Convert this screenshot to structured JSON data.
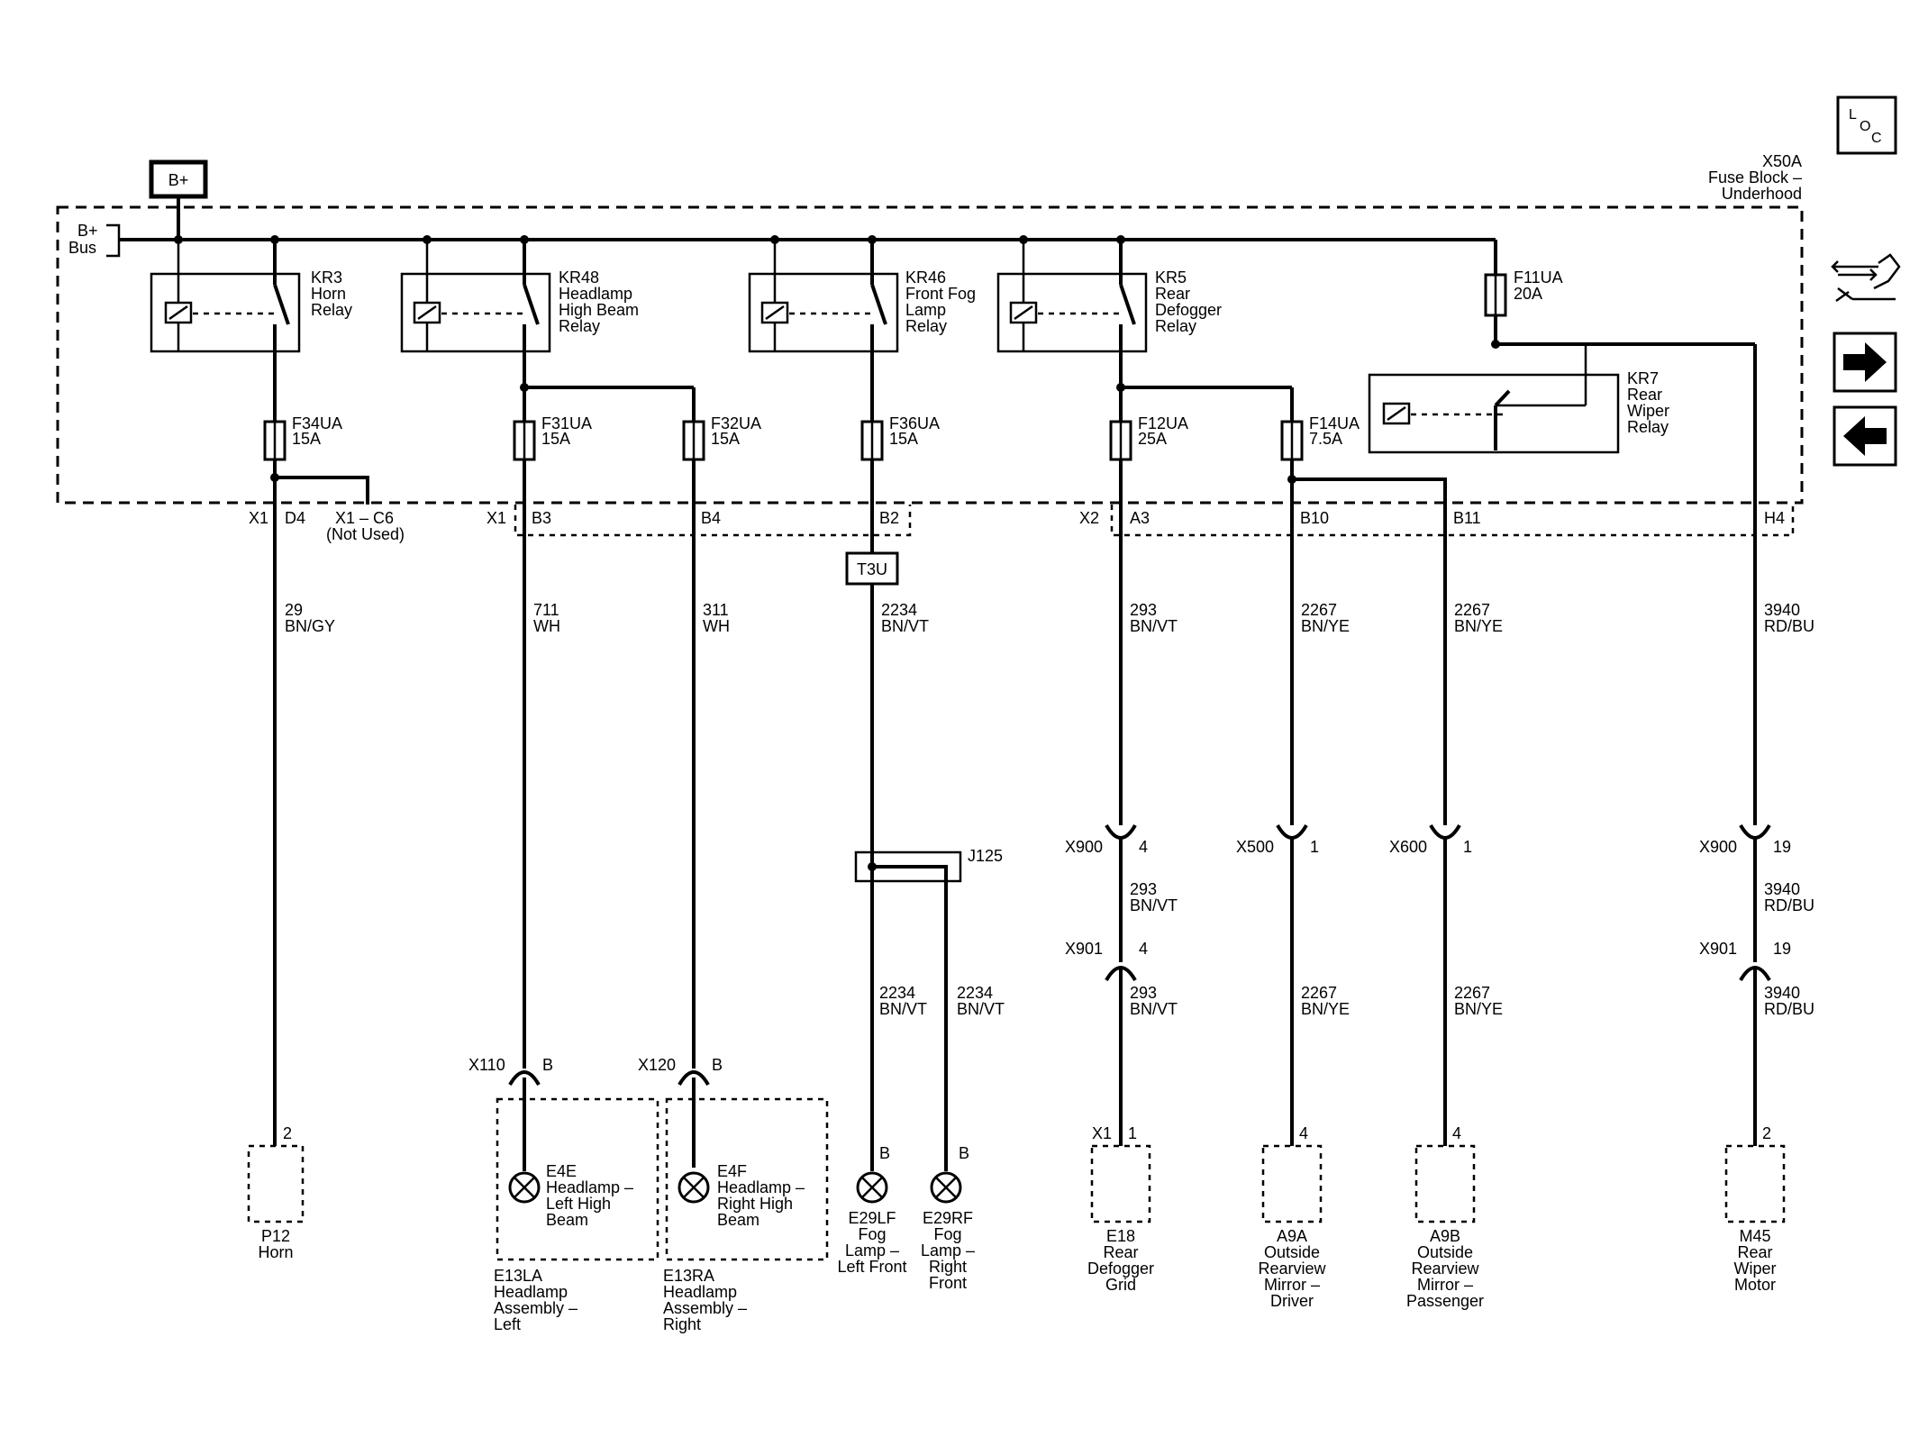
{
  "fuse_block": {
    "loc": "L O C",
    "battery": "B+",
    "bus_line1": "B+",
    "bus_line2": "Bus",
    "block_line1": "X50A",
    "block_line2": "Fuse Block –",
    "block_line3": "Underhood"
  },
  "relays": [
    {
      "lines": [
        "KR3",
        "Horn",
        "Relay"
      ]
    },
    {
      "lines": [
        "KR48",
        "Headlamp",
        "High Beam",
        "Relay"
      ]
    },
    {
      "lines": [
        "KR46",
        "Front Fog",
        "Lamp",
        "Relay"
      ]
    },
    {
      "lines": [
        "KR5",
        "Rear",
        "Defogger",
        "Relay"
      ]
    },
    {
      "lines": [
        "KR7",
        "Rear",
        "Wiper",
        "Relay"
      ]
    }
  ],
  "fuses": [
    {
      "name": "F34UA",
      "rating": "15A"
    },
    {
      "name": "F31UA",
      "rating": "15A"
    },
    {
      "name": "F32UA",
      "rating": "15A"
    },
    {
      "name": "F36UA",
      "rating": "15A"
    },
    {
      "name": "F12UA",
      "rating": "25A"
    },
    {
      "name": "F14UA",
      "rating": "7.5A"
    },
    {
      "name": "F11UA",
      "rating": "20A"
    }
  ],
  "connectors": {
    "x1": "X1",
    "x1_d4": "D4",
    "x1_c6": "X1 – C6",
    "not_used": "(Not Used)",
    "x1b": "X1",
    "b3": "B3",
    "b4": "B4",
    "b2": "B2",
    "x2": "X2",
    "a3": "A3",
    "b10": "B10",
    "b11": "B11",
    "h4": "H4",
    "t3u": "T3U",
    "j125": "J125",
    "x900a": "X900",
    "x900a_pin": "4",
    "x901a": "X901",
    "x901a_pin": "4",
    "x500": "X500",
    "x500_pin": "1",
    "x600": "X600",
    "x600_pin": "1",
    "x900b": "X900",
    "x900b_pin": "19",
    "x901b": "X901",
    "x901b_pin": "19",
    "x110": "X110",
    "x110_pin": "B",
    "x120": "X120",
    "x120_pin": "B"
  },
  "wires": [
    {
      "circuit": "29",
      "color": "BN/GY"
    },
    {
      "circuit": "711",
      "color": "WH"
    },
    {
      "circuit": "311",
      "color": "WH"
    },
    {
      "circuit": "2234",
      "color": "BN/VT"
    },
    {
      "circuit": "293",
      "color": "BN/VT"
    },
    {
      "circuit": "2267",
      "color": "BN/YE"
    },
    {
      "circuit": "2267",
      "color": "BN/YE"
    },
    {
      "circuit": "3940",
      "color": "RD/BU"
    },
    {
      "circuit": "293",
      "color": "BN/VT"
    },
    {
      "circuit": "3940",
      "color": "RD/BU"
    },
    {
      "circuit": "2234",
      "color": "BN/VT"
    },
    {
      "circuit": "2234",
      "color": "BN/VT"
    },
    {
      "circuit": "293",
      "color": "BN/VT"
    },
    {
      "circuit": "2267",
      "color": "BN/YE"
    },
    {
      "circuit": "2267",
      "color": "BN/YE"
    },
    {
      "circuit": "3940",
      "color": "RD/BU"
    }
  ],
  "components": {
    "p12_pin": "2",
    "p12": [
      "P12",
      "Horn"
    ],
    "e4e": [
      "E4E",
      "Headlamp –",
      "Left High",
      "Beam"
    ],
    "e13la": [
      "E13LA",
      "Headlamp",
      "Assembly –",
      "Left"
    ],
    "e4f": [
      "E4F",
      "Headlamp –",
      "Right High",
      "Beam"
    ],
    "e13ra": [
      "E13RA",
      "Headlamp",
      "Assembly –",
      "Right"
    ],
    "e29lf_pin": "B",
    "e29lf": [
      "E29LF",
      "Fog",
      "Lamp –",
      "Left Front"
    ],
    "e29rf_pin": "B",
    "e29rf": [
      "E29RF",
      "Fog",
      "Lamp –",
      "Right",
      "Front"
    ],
    "e18_conn": "X1",
    "e18_pin": "1",
    "e18": [
      "E18",
      "Rear",
      "Defogger",
      "Grid"
    ],
    "a9a_pin": "4",
    "a9a": [
      "A9A",
      "Outside",
      "Rearview",
      "Mirror –",
      "Driver"
    ],
    "a9b_pin": "4",
    "a9b": [
      "A9B",
      "Outside",
      "Rearview",
      "Mirror –",
      "Passenger"
    ],
    "m45_pin": "2",
    "m45": [
      "M45",
      "Rear",
      "Wiper",
      "Motor"
    ]
  },
  "nav_icons": [
    "schematic-nav-icon",
    "arrow-right-icon",
    "arrow-left-icon"
  ]
}
